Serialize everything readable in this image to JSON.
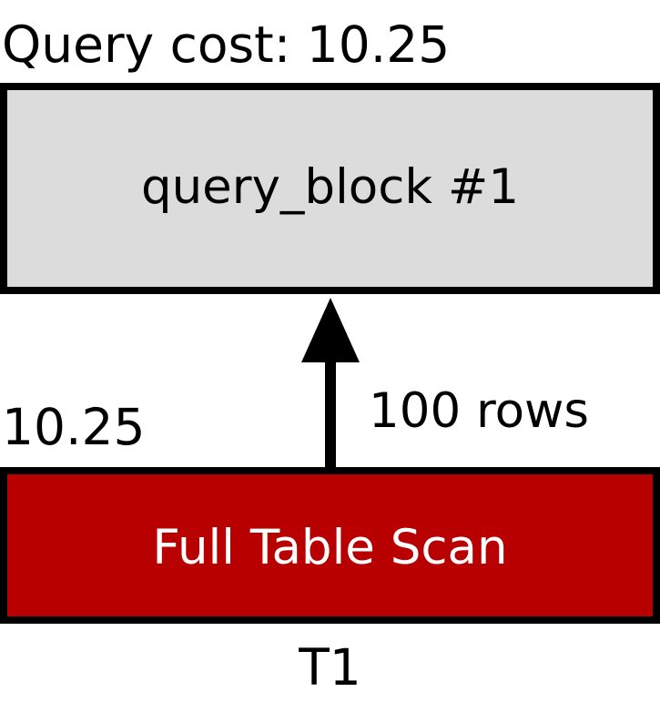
{
  "header": {
    "query_cost_label": "Query cost: 10.25"
  },
  "query_block": {
    "label": "query_block #1",
    "fill_color": "#dcdcdc"
  },
  "edge": {
    "rows_label": "100 rows"
  },
  "scan": {
    "cost": "10.25",
    "label": "Full Table Scan",
    "fill_color": "#b80000",
    "text_color": "#ffffff",
    "table_name": "T1"
  }
}
